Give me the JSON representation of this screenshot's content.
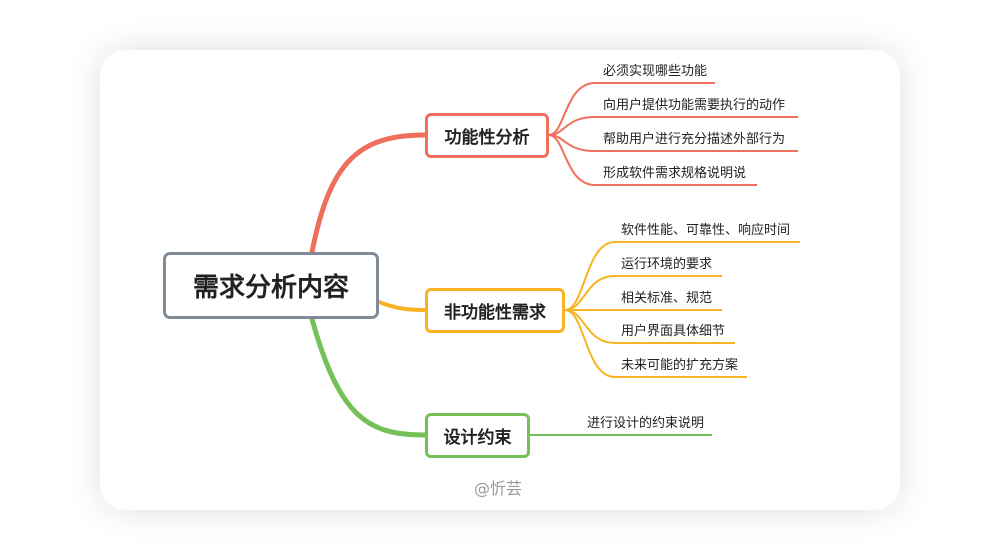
{
  "root": {
    "label": "需求分析内容"
  },
  "branches": [
    {
      "label": "功能性分析",
      "color": "#ee6f5b",
      "children": [
        "必须实现哪些功能",
        "向用户提供功能需要执行的动作",
        "帮助用户进行充分描述外部行为",
        "形成软件需求规格说明说"
      ]
    },
    {
      "label": "非功能性需求",
      "color": "#f7b321",
      "children": [
        "软件性能、可靠性、响应时间",
        "运行环境的要求",
        "相关标准、规范",
        "用户界面具体细节",
        "未来可能的扩充方案"
      ]
    },
    {
      "label": "设计约束",
      "color": "#75c058",
      "children": [
        "进行设计的约束说明"
      ]
    }
  ],
  "watermark": "@忻芸"
}
